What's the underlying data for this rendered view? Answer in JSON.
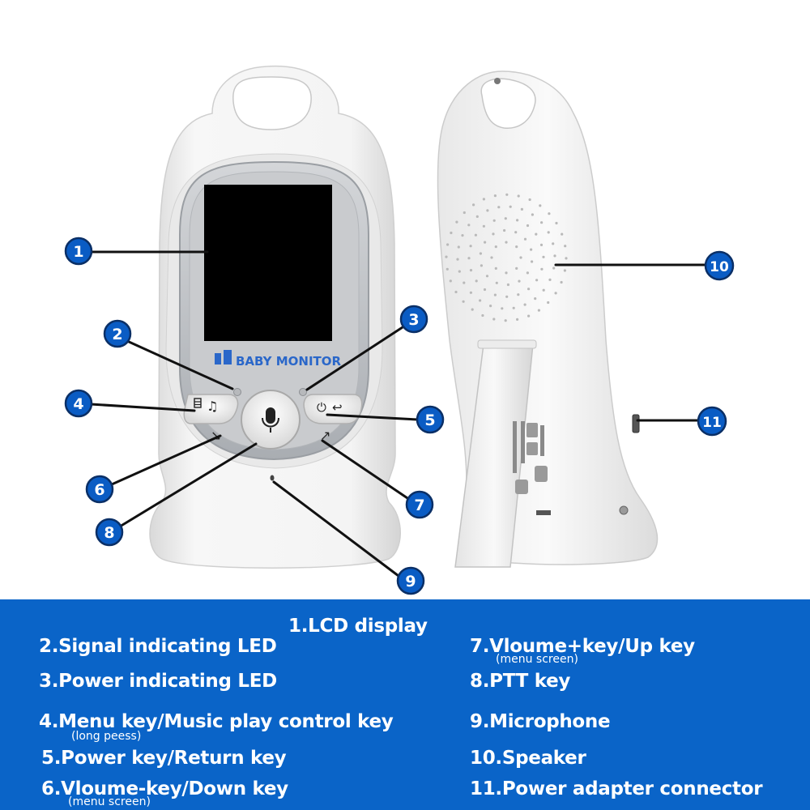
{
  "colors": {
    "marker_fill": "#0a5cc4",
    "marker_ring": "#0a2f66",
    "legend_bg": "#0a64c8",
    "device_body": "#f3f3f3",
    "screen": "#000000"
  },
  "device": {
    "brand_label": "BABY MONITOR",
    "icons": [
      "menu-list-icon",
      "music-note-icon",
      "microphone-icon",
      "power-icon",
      "return-icon",
      "volume-down-arrow-icon",
      "volume-up-arrow-icon"
    ]
  },
  "markers": [
    "1",
    "2",
    "3",
    "4",
    "5",
    "6",
    "7",
    "8",
    "9",
    "10",
    "11"
  ],
  "legend": {
    "item1": "1.LCD display",
    "item2": "2.Signal indicating LED",
    "item3": "3.Power indicating LED",
    "item4": "4.Menu key/Music play control key",
    "item4_note": "(long peess)",
    "item5": "5.Power key/Return key",
    "item6": "6.Vloume-key/Down key",
    "item6_note": "(menu screen)",
    "item7": "7.Vloume+key/Up key",
    "item7_note": "(menu screen)",
    "item8": "8.PTT key",
    "item9": "9.Microphone",
    "item10": "10.Speaker",
    "item11": "11.Power adapter connector"
  }
}
